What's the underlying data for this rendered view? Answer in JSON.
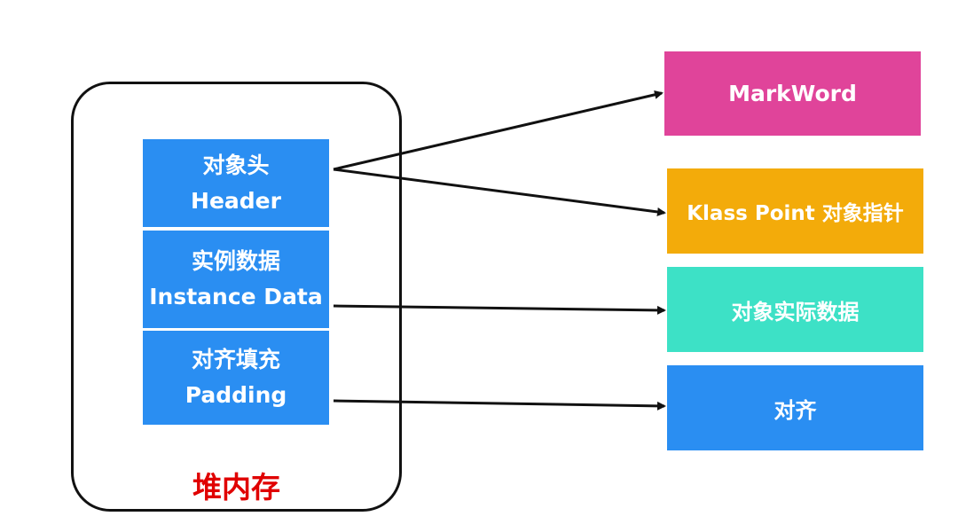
{
  "heap": {
    "label": "堆内存",
    "label_color": "#e00000"
  },
  "segments": [
    {
      "zh": "对象头",
      "en": "Header",
      "color": "#2a8ef2"
    },
    {
      "zh": "实例数据",
      "en": "Instance Data",
      "color": "#2a8ef2"
    },
    {
      "zh": "对齐填充",
      "en": "Padding",
      "color": "#2a8ef2"
    }
  ],
  "targets": [
    {
      "label": "MarkWord",
      "color": "#e0449a"
    },
    {
      "label": "Klass Point 对象指针",
      "color": "#f3ab0a"
    },
    {
      "label": "对象实际数据",
      "color": "#3de1c6"
    },
    {
      "label": "对齐",
      "color": "#2a8ef2"
    }
  ],
  "arrow_color": "#111111"
}
